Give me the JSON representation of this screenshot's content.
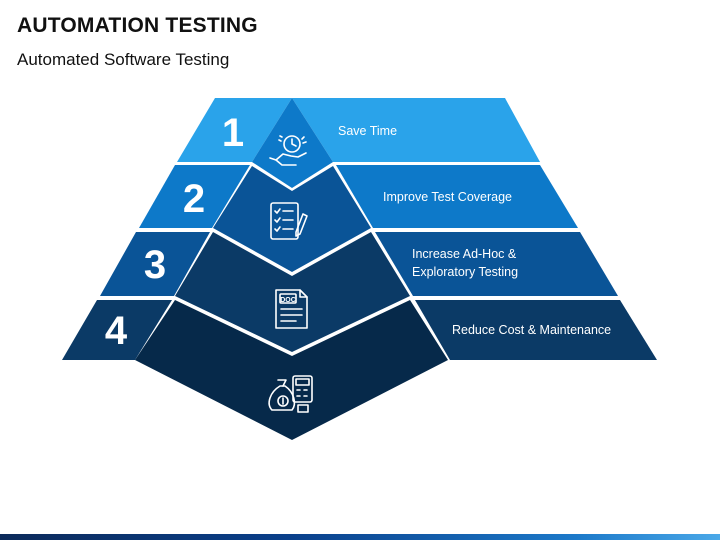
{
  "header": {
    "title": "AUTOMATION TESTING",
    "subtitle": "Automated Software Testing"
  },
  "levels": [
    {
      "number": "1",
      "label": "Save Time",
      "icon": "hand-clock-icon",
      "color": "#2aa3ea"
    },
    {
      "number": "2",
      "label": "Improve Test Coverage",
      "icon": "checklist-icon",
      "color": "#0d79c9"
    },
    {
      "number": "3",
      "label_lines": [
        "Increase Ad-Hoc &",
        "Exploratory Testing"
      ],
      "icon": "doc-file-icon",
      "color": "#0a5497"
    },
    {
      "number": "4",
      "label": "Reduce Cost & Maintenance",
      "icon": "money-bag-calculator-icon",
      "color": "#0b3a66"
    }
  ],
  "icons": {
    "doc_text": "DOC"
  },
  "colors": {
    "bottom_bar_start": "#0c2a5a",
    "bottom_bar_end": "#4aa8e8"
  }
}
